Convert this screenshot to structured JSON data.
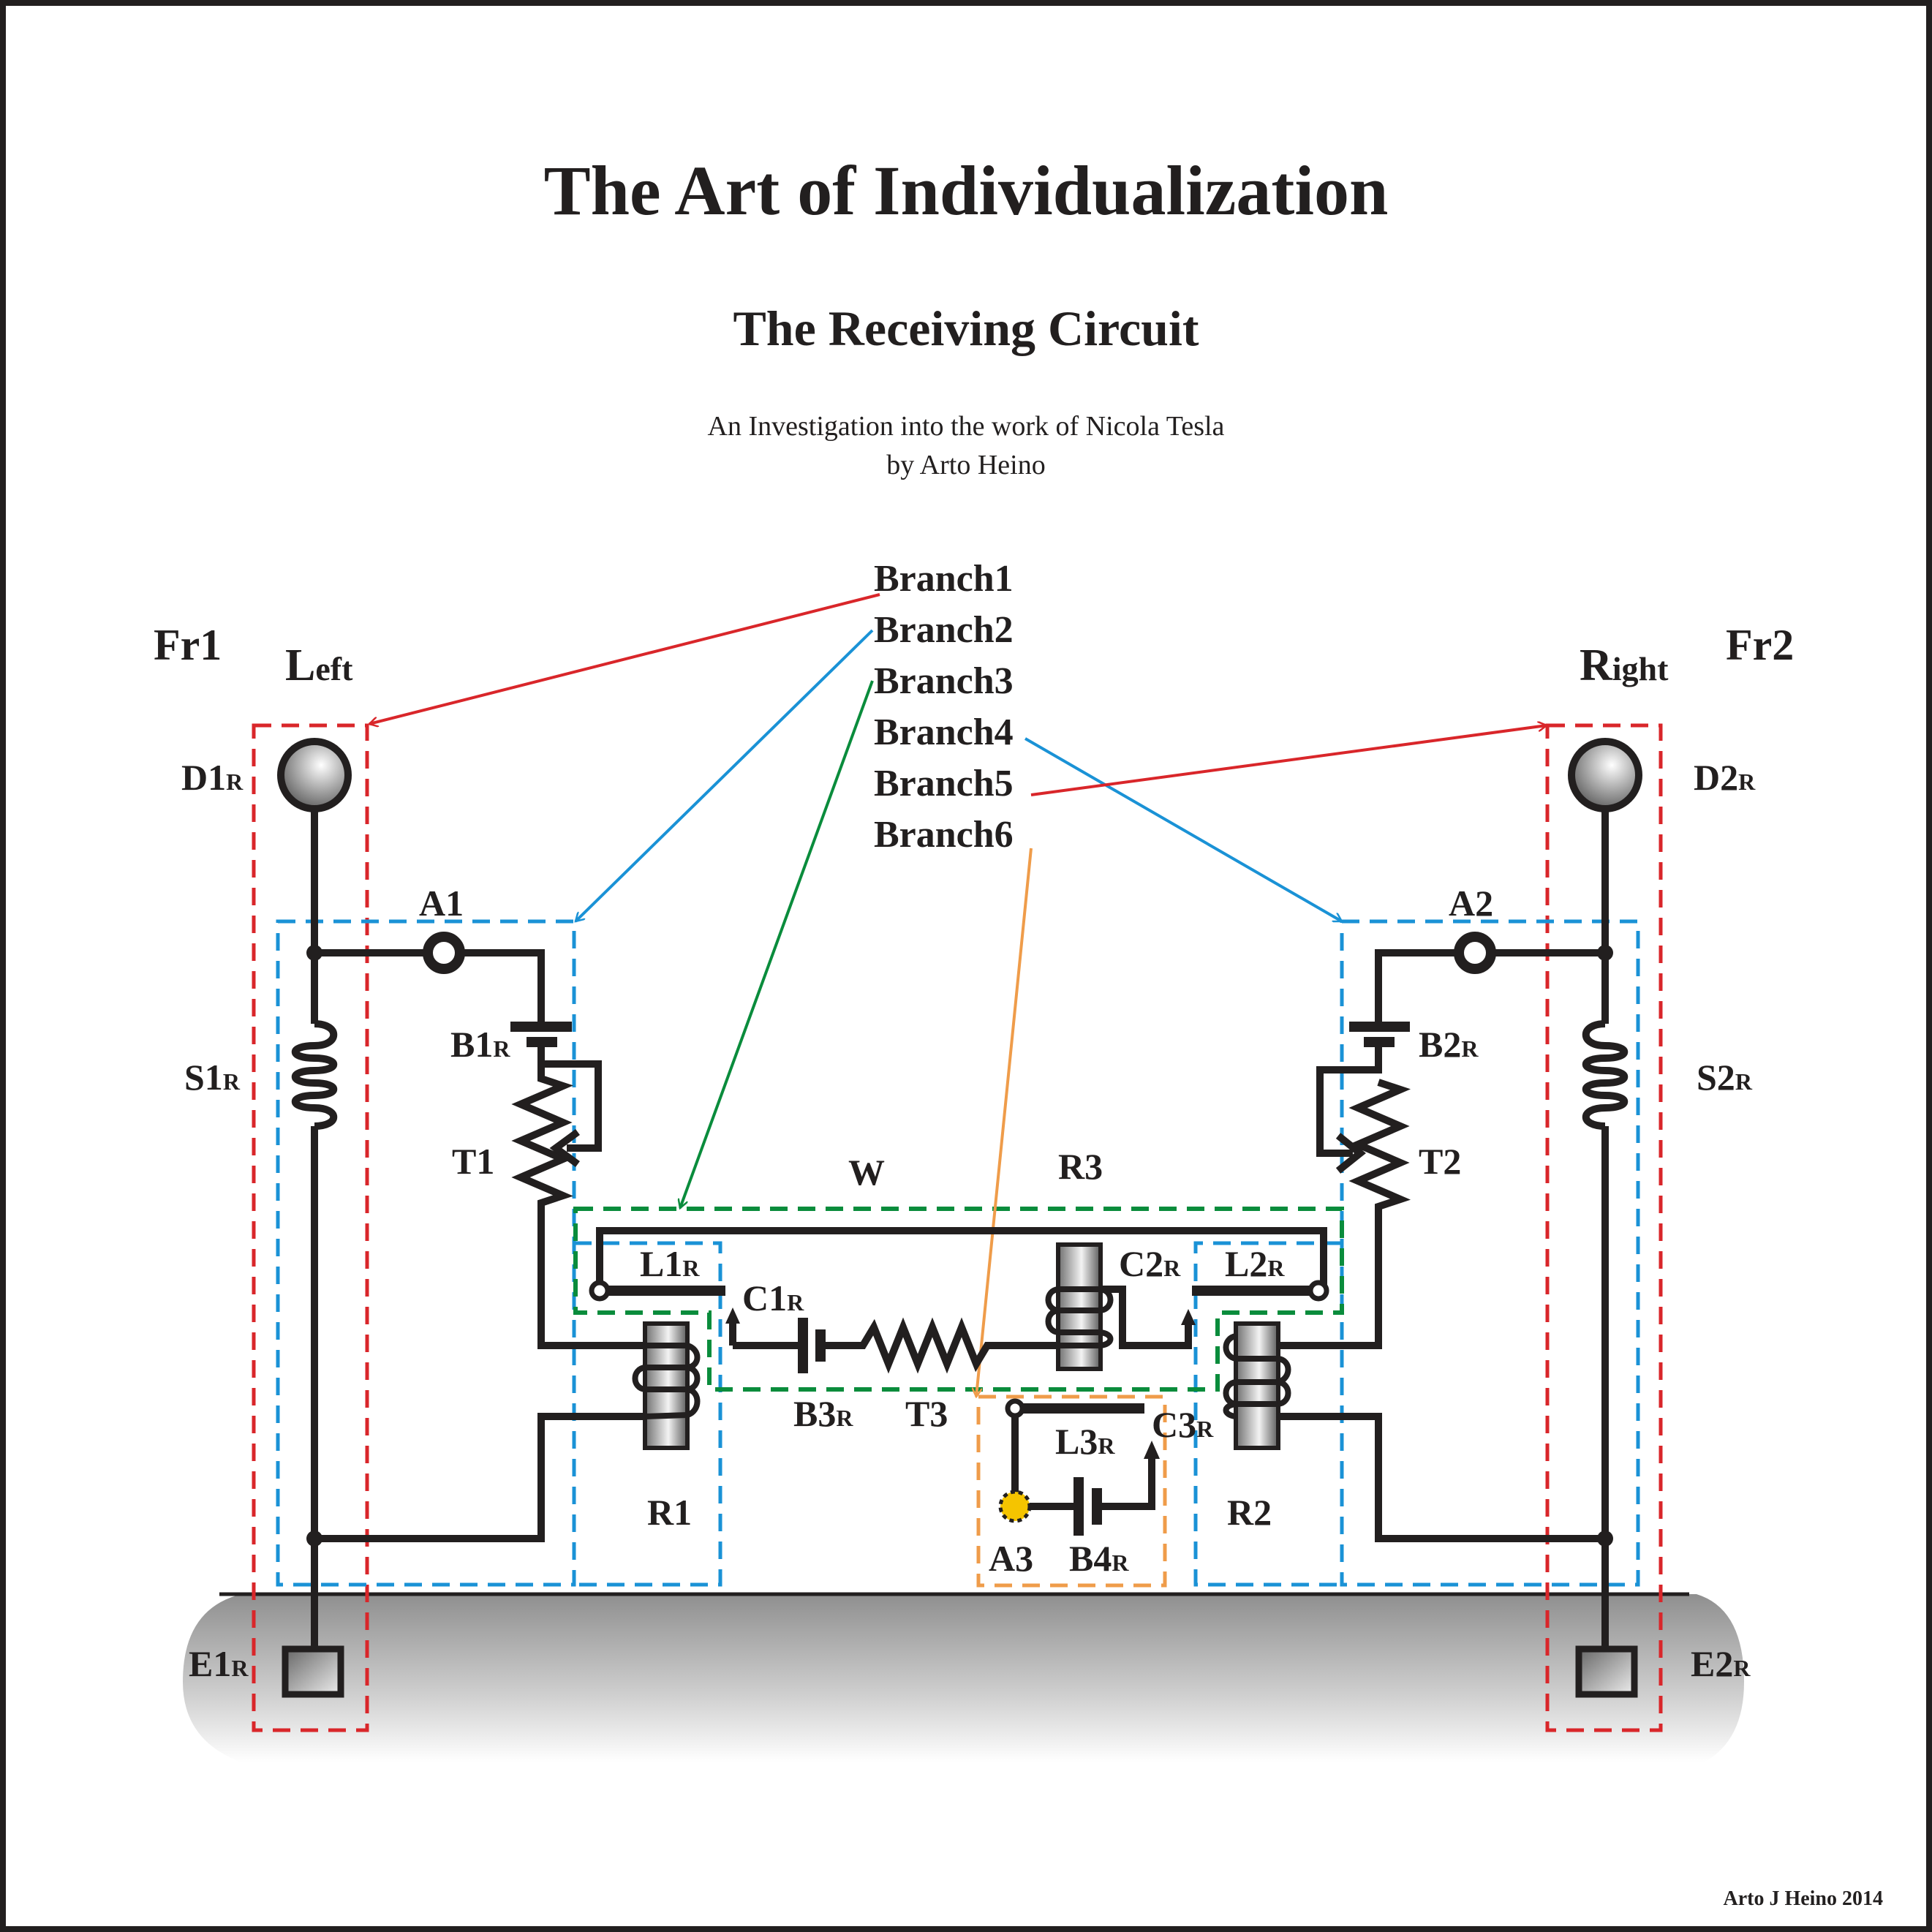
{
  "header": {
    "title": "The Art of Individualization",
    "subtitle": "The Receiving Circuit",
    "byline_1": "An Investigation into the work of Nicola Tesla",
    "byline_2": "by Arto Heino"
  },
  "branches": [
    {
      "label": "Branch1",
      "color": "#d9262a",
      "target": "Left frame (Fr1)"
    },
    {
      "label": "Branch2",
      "color": "#1a92d6",
      "target": "Left blue box"
    },
    {
      "label": "Branch3",
      "color": "#0a8c3c",
      "target": "Green box (W)"
    },
    {
      "label": "Branch4",
      "color": "#1a92d6",
      "target": "Right blue box"
    },
    {
      "label": "Branch5",
      "color": "#d9262a",
      "target": "Right frame (Fr2)"
    },
    {
      "label": "Branch6",
      "color": "#ef9c4a",
      "target": "Orange box"
    }
  ],
  "sides": {
    "left": {
      "frame": "Fr1",
      "cap": "L",
      "rest": "eft"
    },
    "right": {
      "frame": "Fr2",
      "cap": "R",
      "rest": "ight"
    }
  },
  "subscript": "R",
  "labels": {
    "D1": "D1",
    "D2": "D2",
    "A1": "A1",
    "A2": "A2",
    "A3": "A3",
    "B1": "B1",
    "B2": "B2",
    "B3": "B3",
    "B4": "B4",
    "S1": "S1",
    "S2": "S2",
    "T1": "T1",
    "T2": "T2",
    "T3": "T3",
    "W": "W",
    "R1": "R1",
    "R2": "R2",
    "R3": "R3",
    "L1": "L1",
    "L2": "L2",
    "L3": "L3",
    "C1": "C1",
    "C2": "C2",
    "C3": "C3",
    "E1": "E1",
    "E2": "E2"
  },
  "colors": {
    "wire": "#221f1f",
    "frame_red": "#d9262a",
    "branch_blue": "#1a92d6",
    "branch_green": "#0a8c3c",
    "branch_orange": "#ef9c4a",
    "a3_yellow": "#f5c400"
  },
  "credit": "Arto J Heino 2014"
}
